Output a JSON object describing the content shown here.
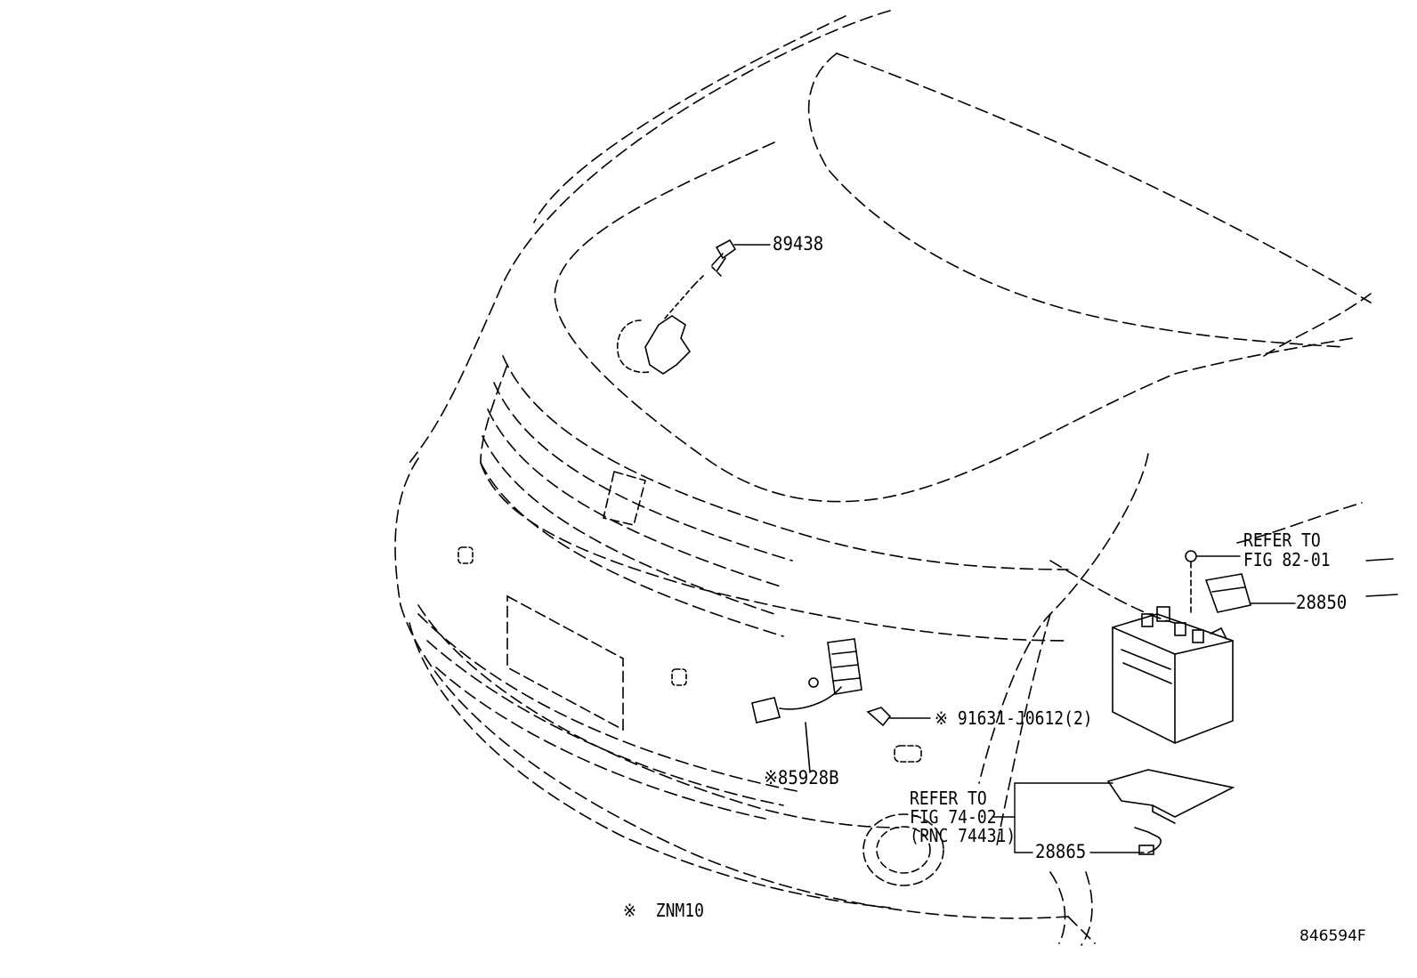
{
  "parts": {
    "p89438": "89438",
    "p28850": "28850",
    "p91631": "※ 91631-J0612(2)",
    "p85928b": "※85928B",
    "p28865": "28865"
  },
  "refs": {
    "fig82": {
      "line1": "REFER TO",
      "line2": "FIG 82-01"
    },
    "fig74": {
      "line1": "REFER TO",
      "line2": "FIG 74-02",
      "line3": "(PNC 74431)"
    }
  },
  "note": "※  ZNM10",
  "figure_id": "846594F",
  "colors": {
    "ink": "#000000",
    "paper": "#ffffff"
  }
}
